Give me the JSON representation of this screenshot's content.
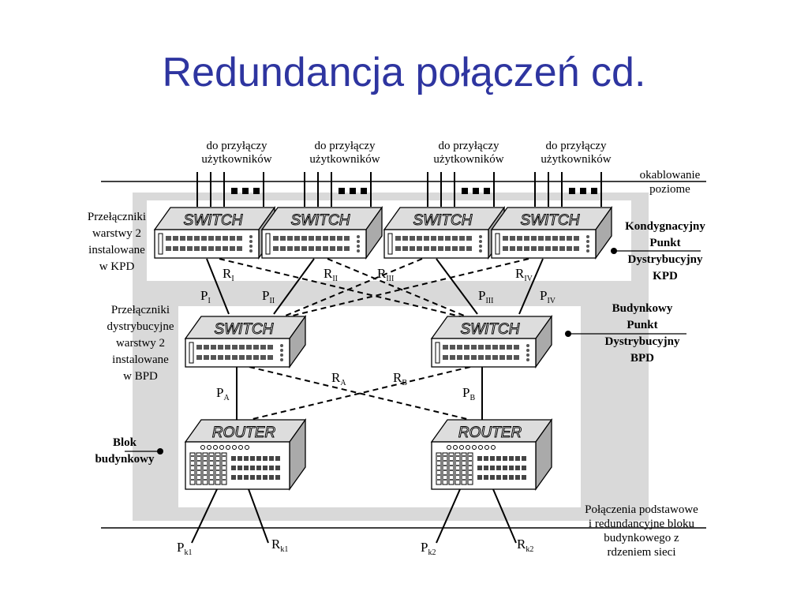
{
  "title": "Redundancja połączeń cd.",
  "user_connections": {
    "line1": "do przyłączy",
    "line2": "użytkowników"
  },
  "horizontal_cabling": {
    "line1": "okablowanie",
    "line2": "poziome"
  },
  "layer2_kpd": {
    "line1": "Przełączniki",
    "line2": "warstwy 2",
    "line3": "instalowane",
    "line4": "w KPD"
  },
  "kpd": {
    "line1": "Kondygnacyjny",
    "line2": "Punkt",
    "line3": "Dystrybucyjny",
    "line4": "KPD"
  },
  "layer2_bpd": {
    "line1": "Przełączniki",
    "line2": "dystrybucyjne",
    "line3": "warstwy 2",
    "line4": "instalowane",
    "line5": "w BPD"
  },
  "bpd": {
    "line1": "Budynkowy",
    "line2": "Punkt",
    "line3": "Dystrybucyjny",
    "line4": "BPD"
  },
  "building_block": {
    "line1": "Blok",
    "line2": "budynkowy"
  },
  "core_connections": {
    "line1": "Połączenia podstawowe",
    "line2": "i redundancyjne bloku",
    "line3": "budynkowego z",
    "line4": "rdzeniem sieci"
  },
  "device_labels": {
    "switch": "SWITCH",
    "router": "ROUTER"
  },
  "links": {
    "r1": {
      "main": "R",
      "sub": "I"
    },
    "r2": {
      "main": "R",
      "sub": "II"
    },
    "r3": {
      "main": "R",
      "sub": "III"
    },
    "r4": {
      "main": "R",
      "sub": "IV"
    },
    "p1": {
      "main": "P",
      "sub": "I"
    },
    "p2": {
      "main": "P",
      "sub": "II"
    },
    "p3": {
      "main": "P",
      "sub": "III"
    },
    "p4": {
      "main": "P",
      "sub": "IV"
    },
    "ra": {
      "main": "R",
      "sub": "A"
    },
    "rb": {
      "main": "R",
      "sub": "B"
    },
    "pa": {
      "main": "P",
      "sub": "A"
    },
    "pb": {
      "main": "P",
      "sub": "B"
    },
    "pk1": {
      "main": "P",
      "sub": "k1"
    },
    "rk1": {
      "main": "R",
      "sub": "k1"
    },
    "pk2": {
      "main": "P",
      "sub": "k2"
    },
    "rk2": {
      "main": "R",
      "sub": "k2"
    }
  }
}
